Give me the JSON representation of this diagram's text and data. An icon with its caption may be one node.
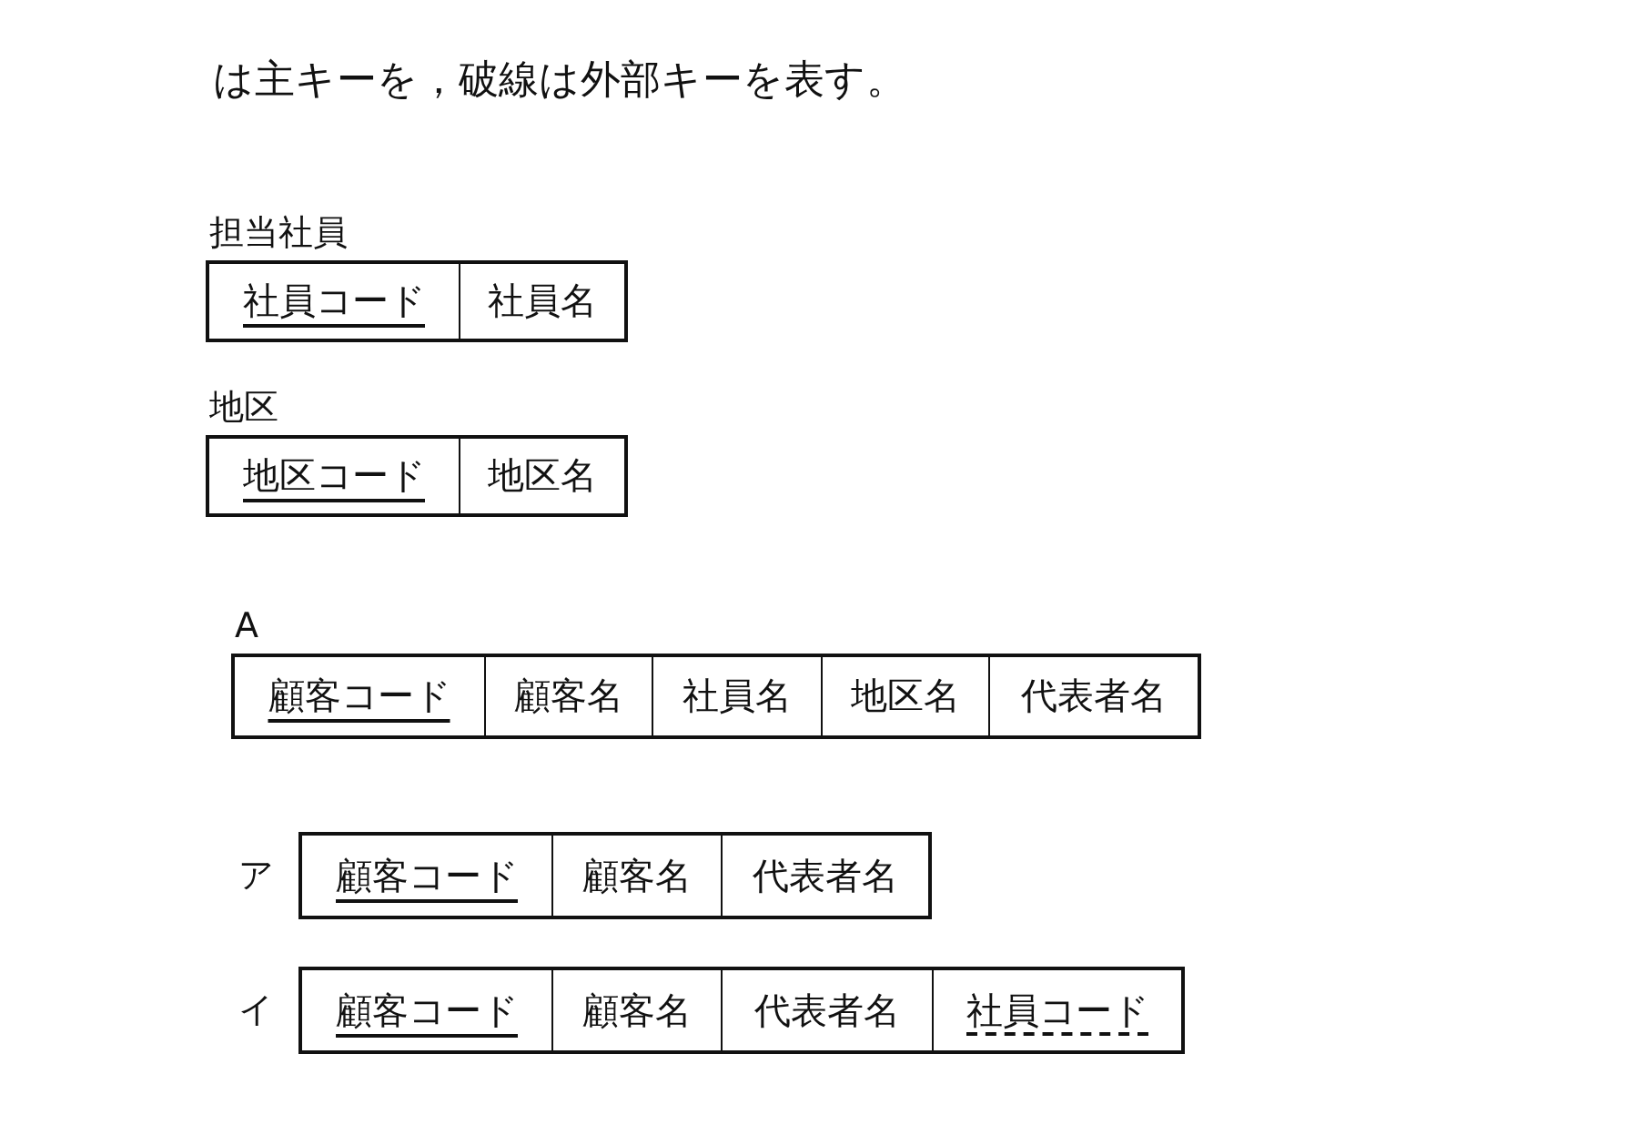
{
  "diagram": {
    "nodes": [
      {
        "text": [
          "担当社員"
        ]
      },
      {
        "text": [
          "社員コード"
        ],
        "in": 0
      },
      {
        "text": [
          "社員名"
        ],
        "in": 0
      },
      {
        "text": [
          "地区"
        ]
      },
      {
        "text": [
          "地区コード"
        ],
        "in": 3
      },
      {
        "text": [
          "地区名"
        ],
        "in": 3
      },
      {
        "text": [
          "A"
        ]
      },
      {
        "text": [
          "顧客コード"
        ],
        "in": 6
      },
      {
        "text": [
          "顧客名"
        ],
        "in": 6
      },
      {
        "text": [
          "社員名"
        ],
        "in": 6
      },
      {
        "text": [
          "地区名"
        ],
        "in": 6
      },
      {
        "text": [
          "代表者名"
        ],
        "in": 6
      },
      {
        "text": [
          "ア"
        ]
      },
      {
        "text": [
          "顧客コード"
        ],
        "in": 12
      },
      {
        "text": [
          "顧客名"
        ],
        "in": 12
      },
      {
        "text": [
          "代表者名"
        ],
        "in": 12
      },
      {
        "text": [
          "イ"
        ]
      },
      {
        "text": [
          "顧客コード"
        ],
        "in": 16
      },
      {
        "text": [
          "顧客名"
        ],
        "in": 16
      },
      {
        "text": [
          "代表者名"
        ],
        "in": 16
      },
      {
        "text": [
          "社員コード"
        ],
        "in": 16
      }
    ],
    "labels": [
      "は主キーを，破線は外部キーを表す。"
    ]
  }
}
